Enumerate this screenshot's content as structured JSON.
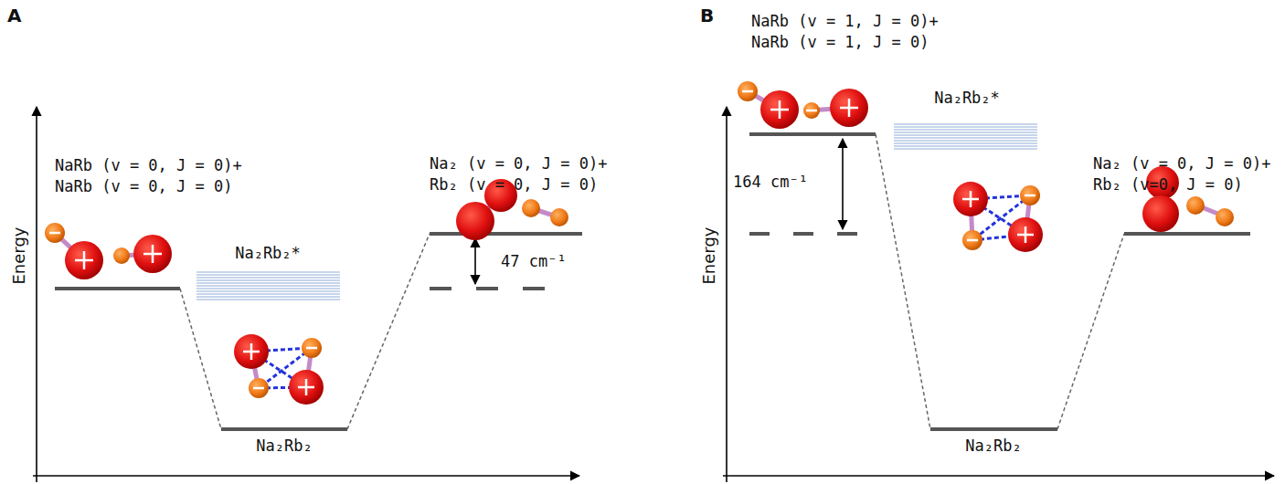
{
  "diagram": {
    "labels": [
      "A",
      "NaRb (v = 0, J = 0)+ NaRb (v = 0, J = 0)",
      "Na₂Rb₂*",
      "Na₂Rb₂",
      "Na₂ (v = 0, J = 0)+ Rb₂ (v = 0, J = 0)",
      "47 cm⁻¹",
      "Energy",
      "B",
      "NaRb (v = 1, J = 0)+ NaRb (v = 1, J = 0)",
      "Na₂Rb₂*",
      "164 cm⁻¹",
      "Na₂Rb₂",
      "Na₂ (v = 0, J = 0)+ Rb₂ (v=0, J = 0)",
      "Energy"
    ]
  }
}
